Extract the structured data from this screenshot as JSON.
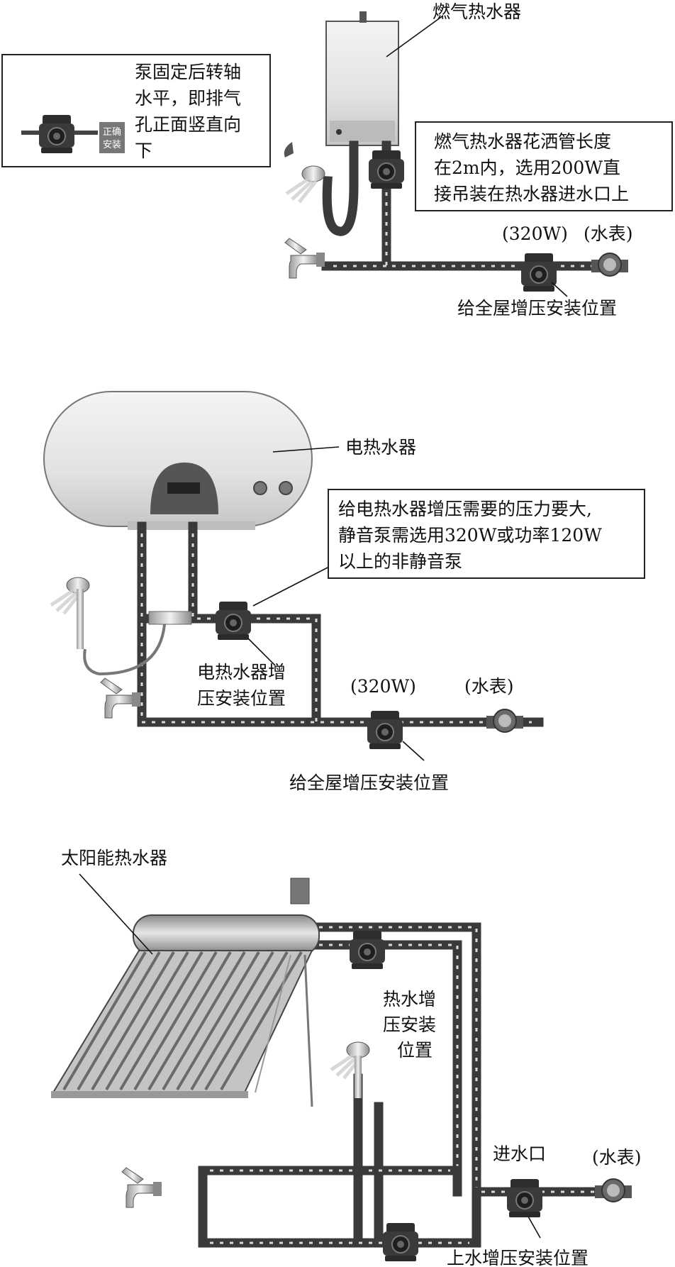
{
  "panel_gas": {
    "heater_label": "燃气热水器",
    "callout_left": [
      "泵固定后转轴",
      "水平，即排气",
      "孔正面竖直向",
      "下"
    ],
    "correct_install_badge": [
      "正确",
      "安装"
    ],
    "callout_right": [
      "燃气热水器花洒管长度",
      "在2m内，选用200W直",
      "接吊装在热水器进水口上"
    ],
    "pump_power": "(320W)",
    "meter_label": "(水表)",
    "whole_house_label": "给全屋增压安装位置"
  },
  "panel_electric": {
    "heater_label": "电热水器",
    "callout": [
      "给电热水器增压需要的压力要大,",
      "静音泵需选用320W或功率120W",
      "以上的非静音泵"
    ],
    "heater_pump_label": [
      "电热水器增",
      "压安装位置"
    ],
    "pump_power": "(320W)",
    "meter_label": "(水表)",
    "whole_house_label": "给全屋增压安装位置"
  },
  "panel_solar": {
    "heater_label": "太阳能热水器",
    "hot_pump_label": [
      "热水增",
      "压安装",
      "位置"
    ],
    "inlet_label": "进水口",
    "meter_label": "(水表)",
    "inlet_pump_label": "上水增压安装位置"
  },
  "colors": {
    "pipe": "#3a3a3a",
    "arrow": "#d8d8d8",
    "pump": "#2e2e2e"
  }
}
